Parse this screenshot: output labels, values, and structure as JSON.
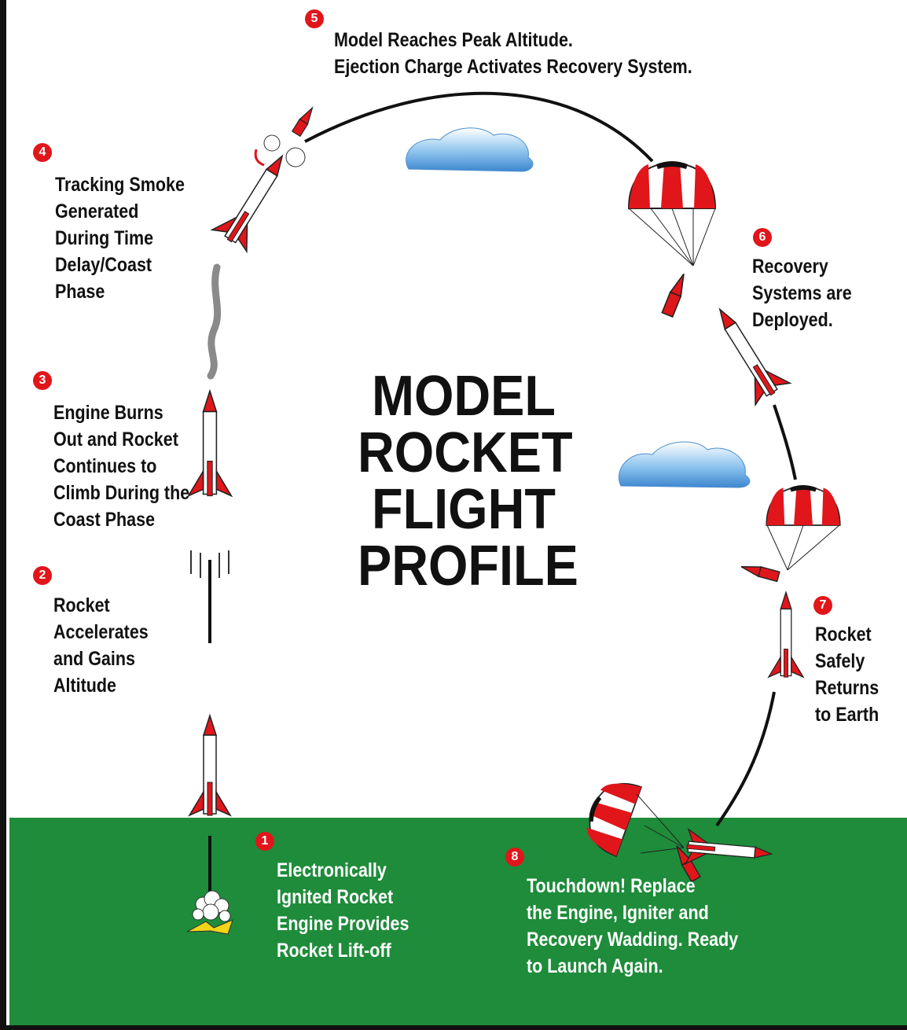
{
  "title_lines": [
    "MODEL",
    "ROCKET",
    "FLIGHT",
    "PROFILE"
  ],
  "colors": {
    "ground": "#1e8c3a",
    "rocket_red": "#e0161b",
    "badge_red": "#e0161b",
    "cloud_blue": "#5aa3e0",
    "text_dark": "#111111",
    "text_light": "#ffffff"
  },
  "steps": [
    {
      "number": "1",
      "lines": [
        "Electronically",
        "Ignited Rocket",
        "Engine Provides",
        "Rocket Lift-off"
      ]
    },
    {
      "number": "2",
      "lines": [
        "Rocket",
        "Accelerates",
        "and Gains",
        "Altitude"
      ]
    },
    {
      "number": "3",
      "lines": [
        "Engine Burns",
        "Out and Rocket",
        "Continues to",
        "Climb During the",
        "Coast Phase"
      ]
    },
    {
      "number": "4",
      "lines": [
        "Tracking Smoke",
        "Generated",
        "During Time",
        "Delay/Coast",
        "Phase"
      ]
    },
    {
      "number": "5",
      "lines": [
        "Model Reaches Peak Altitude.",
        "Ejection Charge Activates Recovery System."
      ]
    },
    {
      "number": "6",
      "lines": [
        "Recovery",
        "Systems are",
        "Deployed."
      ]
    },
    {
      "number": "7",
      "lines": [
        "Rocket",
        "Safely",
        "Returns",
        "to Earth"
      ]
    },
    {
      "number": "8",
      "lines": [
        "Touchdown! Replace",
        "the Engine, Igniter and",
        "Recovery Wadding. Ready",
        "to Launch Again."
      ]
    }
  ]
}
